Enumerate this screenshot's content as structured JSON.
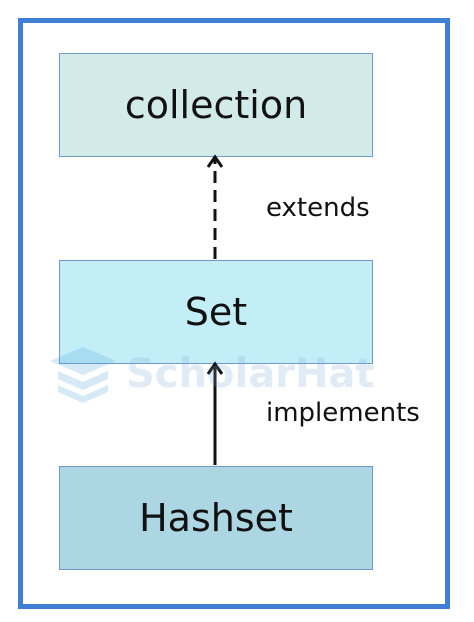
{
  "diagram": {
    "nodes": {
      "collection": "collection",
      "set": "Set",
      "hashset": "Hashset"
    },
    "edges": {
      "extends": "extends",
      "implements": "implements"
    }
  },
  "watermark": {
    "text": "ScholarHat"
  },
  "colors": {
    "frame_border": "#3f7fd6",
    "collection_fill": "#d3ebe8",
    "set_fill": "#c3eef7",
    "hashset_fill": "#abd6e2"
  }
}
